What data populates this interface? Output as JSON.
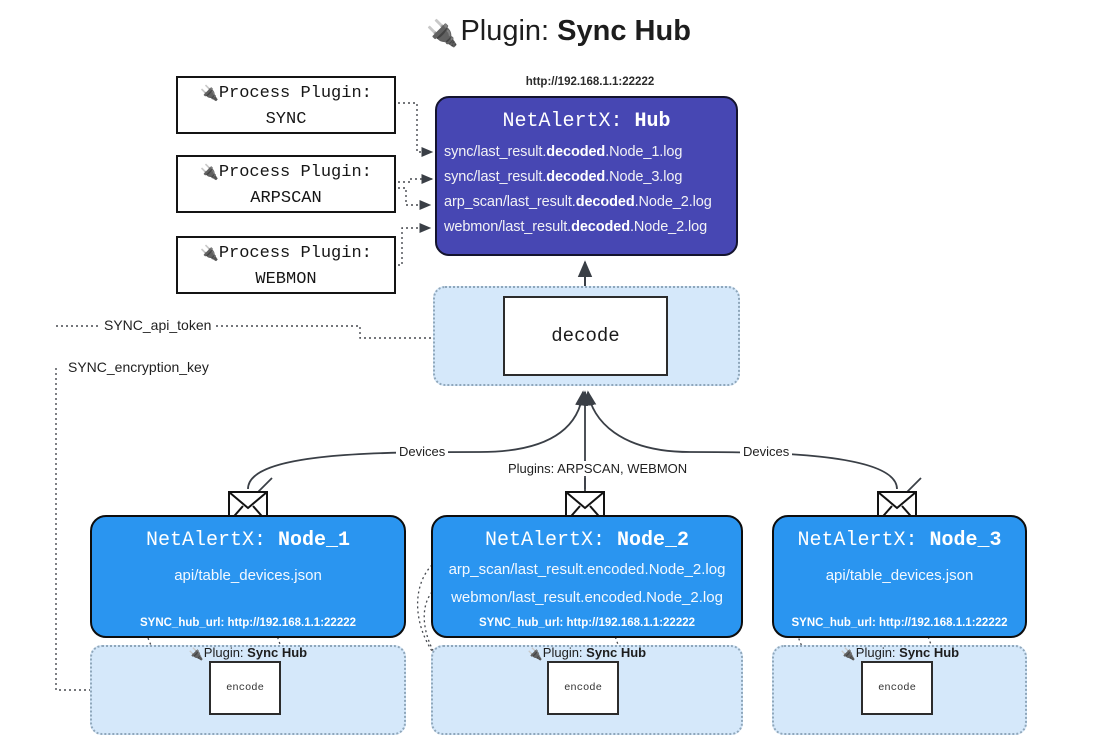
{
  "title": {
    "icon": "plug-icon",
    "label": "Plugin:",
    "value": "Sync Hub"
  },
  "process_plugins": [
    {
      "icon": "plug-icon",
      "label": "Process Plugin:",
      "name": "SYNC"
    },
    {
      "icon": "plug-icon",
      "label": "Process Plugin:",
      "name": "ARPSCAN"
    },
    {
      "icon": "plug-icon",
      "label": "Process Plugin:",
      "name": "WEBMON"
    }
  ],
  "hub": {
    "url": "http://192.168.1.1:22222",
    "title_prefix": "NetAlertX:",
    "title_name": "Hub",
    "files": [
      {
        "pre": "sync/last_result.",
        "em": "decoded",
        "post": ".Node_1.log"
      },
      {
        "pre": "sync/last_result.",
        "em": "decoded",
        "post": ".Node_3.log"
      },
      {
        "pre": "arp_scan/last_result.",
        "em": "decoded",
        "post": ".Node_2.log"
      },
      {
        "pre": "webmon/last_result.",
        "em": "decoded",
        "post": ".Node_2.log"
      }
    ]
  },
  "decode": {
    "box_label": "decode"
  },
  "keys": [
    {
      "name": "SYNC_api_token"
    },
    {
      "name": "SYNC_encryption_key"
    }
  ],
  "edge_labels": {
    "left_devices": "Devices",
    "center_plugins": "Plugins: ARPSCAN, WEBMON",
    "right_devices": "Devices"
  },
  "nodes": [
    {
      "title_prefix": "NetAlertX:",
      "title_name": "Node_1",
      "files": [
        "api/table_devices.json"
      ],
      "footer": "SYNC_hub_url: http://192.168.1.1:22222",
      "envelope_icon": "envelope-icon",
      "plugin_label": "Plugin:",
      "plugin_value": "Sync Hub",
      "encode_label": "encode"
    },
    {
      "title_prefix": "NetAlertX:",
      "title_name": "Node_2",
      "files": [
        "arp_scan/last_result.encoded.Node_2.log",
        "webmon/last_result.encoded.Node_2.log"
      ],
      "footer": "SYNC_hub_url: http://192.168.1.1:22222",
      "envelope_icon": "envelope-icon",
      "plugin_label": "Plugin:",
      "plugin_value": "Sync Hub",
      "encode_label": "encode"
    },
    {
      "title_prefix": "NetAlertX:",
      "title_name": "Node_3",
      "files": [
        "api/table_devices.json"
      ],
      "footer": "SYNC_hub_url: http://192.168.1.1:22222",
      "envelope_icon": "envelope-icon",
      "plugin_label": "Plugin:",
      "plugin_value": "Sync Hub",
      "encode_label": "encode"
    }
  ],
  "colors": {
    "hub_fill": "#4747b3",
    "node_fill": "#2a95f0",
    "group_fill": "#d5e8fa",
    "group_border": "#8fa7bb",
    "stroke": "#2c2c2c",
    "background": "#ffffff"
  }
}
